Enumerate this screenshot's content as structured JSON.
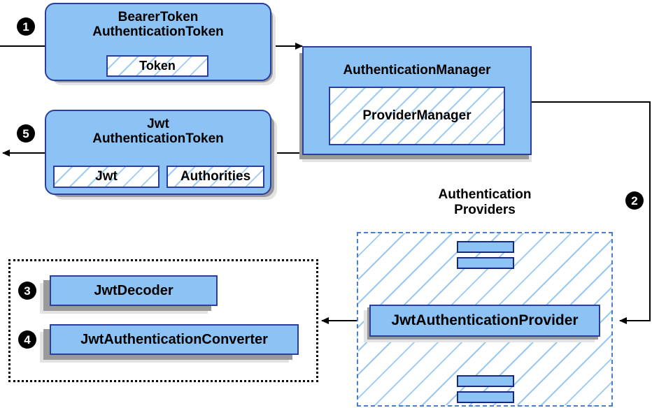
{
  "diagram": {
    "title_providers": "Authentication\nProviders",
    "nodes": {
      "bearer_token": {
        "label": "BearerToken\nAuthenticationToken",
        "field": "Token"
      },
      "jwt_token": {
        "label": "Jwt\nAuthenticationToken",
        "field_left": "Jwt",
        "field_right": "Authorities"
      },
      "auth_manager": {
        "label": "AuthenticationManager",
        "field": "ProviderManager"
      },
      "jwt_provider": {
        "label": "JwtAuthenticationProvider"
      },
      "jwt_decoder": {
        "label": "JwtDecoder"
      },
      "jwt_converter": {
        "label": "JwtAuthenticationConverter"
      }
    },
    "badges": {
      "one": "1",
      "two": "2",
      "three": "3",
      "four": "4",
      "five": "5"
    },
    "colors": {
      "node_fill": "#8cc3f4",
      "node_border": "#2a3f9d",
      "inner_border": "#16297a",
      "hatch": "#8cc3f4",
      "dashed_border": "#4a7fc8",
      "dotted_border": "#000000",
      "shadow_dark": "#9a9a9a",
      "shadow_light": "#e3e3e3",
      "line": "#000000",
      "badge_fill": "#000000",
      "badge_text": "#ffffff"
    }
  }
}
